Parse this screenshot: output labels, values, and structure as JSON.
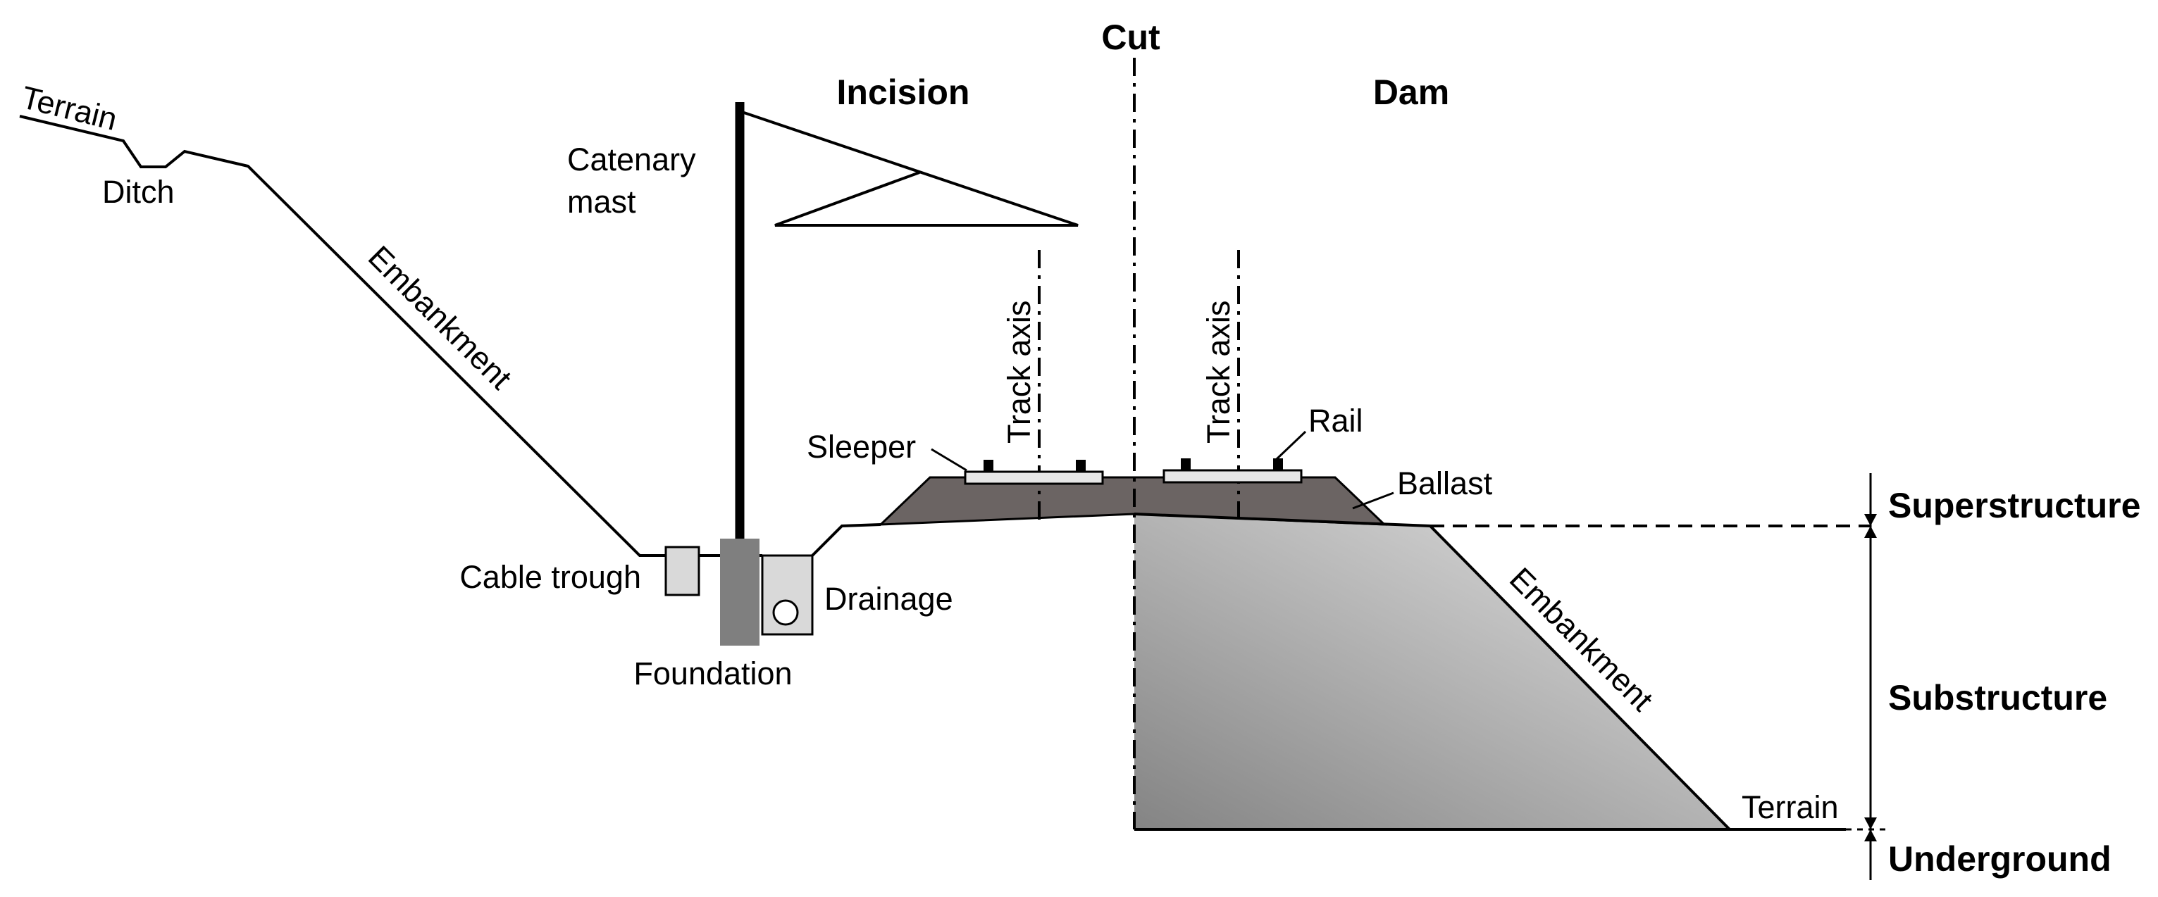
{
  "headings": {
    "cut": "Cut",
    "incision": "Incision",
    "dam": "Dam"
  },
  "labels": {
    "terrain_left": "Terrain",
    "ditch": "Ditch",
    "embankment_left": "Embankment",
    "catenary_mast_line1": "Catenary",
    "catenary_mast_line2": "mast",
    "cable_trough": "Cable trough",
    "foundation": "Foundation",
    "drainage": "Drainage",
    "sleeper": "Sleeper",
    "track_axis_left": "Track axis",
    "track_axis_right": "Track axis",
    "rail": "Rail",
    "ballast": "Ballast",
    "embankment_right": "Embankment",
    "terrain_right": "Terrain"
  },
  "layers": {
    "superstructure": "Superstructure",
    "substructure": "Substructure",
    "underground": "Underground"
  },
  "colors": {
    "ballast": "#6b6463",
    "foundation": "#7f7f7f",
    "box_fill": "#d9d9d9",
    "dam_light": "#dcdcdc",
    "dam_dark": "#8c8c8c",
    "sleeper_fill": "#e6e6e6"
  }
}
